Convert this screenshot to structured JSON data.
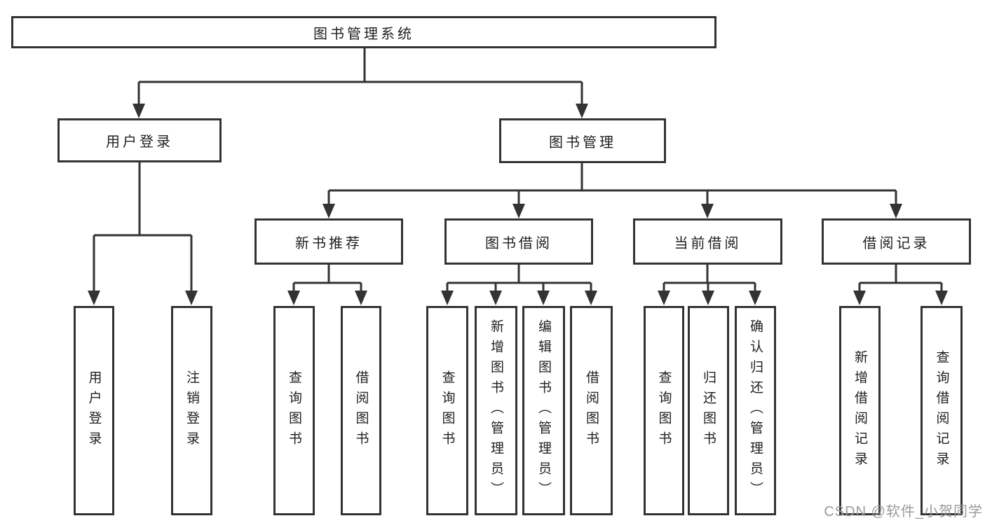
{
  "title": "图书管理系统",
  "watermark": "CSDN @软件_小贺同学",
  "colors": {
    "line": "#333333",
    "text": "#1f1f1f",
    "background": "#ffffff",
    "watermark": "#9a9a9a"
  },
  "nodes": {
    "root": {
      "label": "图书管理系统"
    },
    "user_login": {
      "label": "用户登录"
    },
    "book_management": {
      "label": "图书管理"
    },
    "new_book_recommend": {
      "label": "新书推荐"
    },
    "book_borrowing": {
      "label": "图书借阅"
    },
    "current_borrowing": {
      "label": "当前借阅"
    },
    "borrowing_records": {
      "label": "借阅记录"
    },
    "leaf_user_login": {
      "label": "用户登录"
    },
    "leaf_logout": {
      "label": "注销登录"
    },
    "leaf_recommend_query_books": {
      "label": "查询图书"
    },
    "leaf_recommend_borrow_books": {
      "label": "借阅图书"
    },
    "leaf_borrowing_query_books": {
      "label": "查询图书"
    },
    "leaf_borrowing_add_books": {
      "label": "新增图书（管理员）"
    },
    "leaf_borrowing_edit_books": {
      "label": "编辑图书（管理员）"
    },
    "leaf_borrowing_borrow_books": {
      "label": "借阅图书"
    },
    "leaf_current_query_books": {
      "label": "查询图书"
    },
    "leaf_current_return_books": {
      "label": "归还图书"
    },
    "leaf_current_confirm_return": {
      "label": "确认归还（管理员）"
    },
    "leaf_records_add_record": {
      "label": "新增借阅记录"
    },
    "leaf_records_query_record": {
      "label": "查询借阅记录"
    }
  }
}
